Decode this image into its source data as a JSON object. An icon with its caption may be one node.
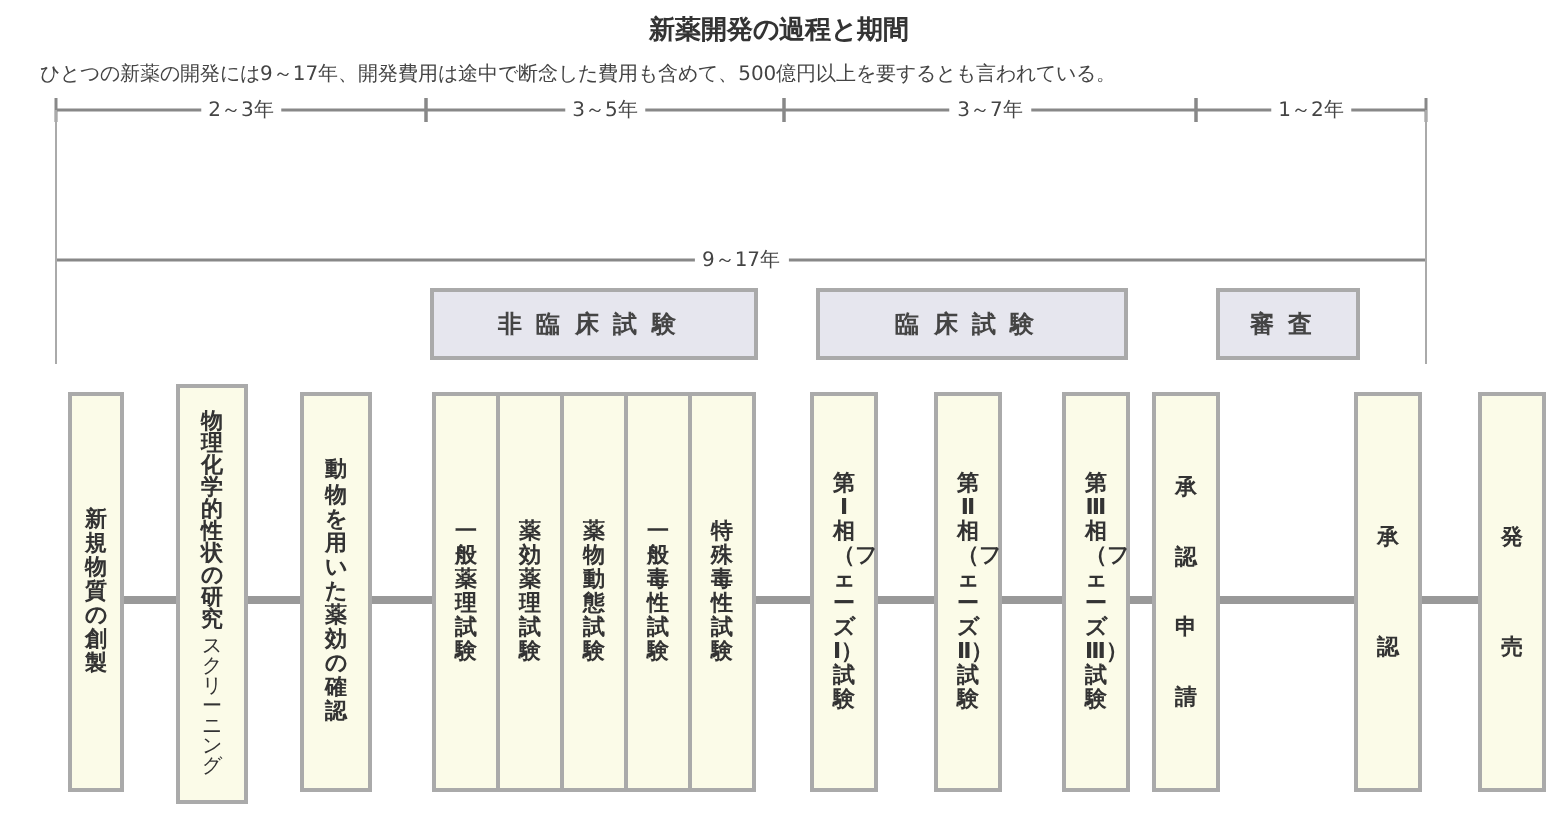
{
  "diagram": {
    "title": "新薬開発の過程と期間",
    "nodes": [
      {
        "text": [
          "非臨床試験"
        ]
      },
      {
        "text": [
          "臨床試験"
        ]
      },
      {
        "text": [
          "審査"
        ]
      },
      {
        "text": [
          "新規物質の創製"
        ]
      },
      {
        "text": [
          "物理化学的性状の研究",
          "スクリーニング"
        ]
      },
      {
        "text": [
          "動物を用いた薬効の確認"
        ]
      },
      {
        "text": [
          "一般薬理試験"
        ]
      },
      {
        "text": [
          "薬効薬理試験"
        ]
      },
      {
        "text": [
          "薬物動態試験"
        ]
      },
      {
        "text": [
          "一般毒性試験"
        ]
      },
      {
        "text": [
          "特殊毒性試験"
        ]
      },
      {
        "text": [
          "第Ⅰ相（フェーズⅠ）試験"
        ]
      },
      {
        "text": [
          "第Ⅱ相（フェーズⅡ）試験"
        ]
      },
      {
        "text": [
          "第Ⅲ相（フェーズⅢ）試験"
        ]
      },
      {
        "text": [
          "承認申請"
        ]
      },
      {
        "text": [
          "承認"
        ]
      },
      {
        "text": [
          "発売"
        ]
      }
    ],
    "edges": [
      {
        "from": 3,
        "to": 4,
        "arrow": "none"
      },
      {
        "from": 4,
        "to": 5,
        "arrow": "none"
      },
      {
        "from": 5,
        "to": 6,
        "arrow": "none"
      },
      {
        "from": 10,
        "to": 11,
        "arrow": "none"
      },
      {
        "from": 11,
        "to": 12,
        "arrow": "none"
      },
      {
        "from": 12,
        "to": 13,
        "arrow": "none"
      },
      {
        "from": 13,
        "to": 14,
        "arrow": "none"
      },
      {
        "from": 14,
        "to": 15,
        "arrow": "none"
      },
      {
        "from": 15,
        "to": 16,
        "arrow": "none"
      }
    ],
    "labels": [
      "ひとつの新薬の開発には9～17年、開発費用は途中で断念した費用も含めて、500億円以上を要するとも言われている。",
      "2～3年",
      "3～5年",
      "3～7年",
      "1～2年",
      "9～17年"
    ]
  }
}
